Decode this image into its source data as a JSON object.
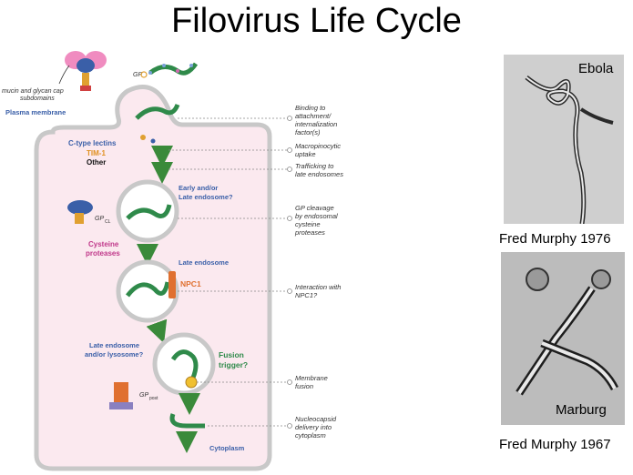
{
  "title": "Filovirus Life Cycle",
  "diagram": {
    "labels": {
      "mucin": "mucin and glycan cap",
      "subdomains": "subdomains",
      "gp": "GP",
      "plasma_membrane": "Plasma membrane",
      "c_type_lectins": "C-type lectins",
      "tim1": "TIM-1",
      "other": "Other",
      "early_late_endosome_1": "Early and/or",
      "early_late_endosome_2": "Late endosome?",
      "gp_cl": "GP",
      "gp_cl_sub": "CL",
      "cysteine_1": "Cysteine",
      "cysteine_2": "proteases",
      "late_endosome": "Late endosome",
      "npc1": "NPC1",
      "late_lyso_1": "Late endosome",
      "late_lyso_2": "and/or lysosome?",
      "fusion_1": "Fusion",
      "fusion_2": "trigger?",
      "gp_post": "GP",
      "gp_post_sub": "post",
      "cytoplasm": "Cytoplasm"
    },
    "steps": {
      "binding_1": "Binding to",
      "binding_2": "attachment/",
      "binding_3": "internalization",
      "binding_4": "factor(s)",
      "macro_1": "Macropinocytic",
      "macro_2": "uptake",
      "traffic_1": "Trafficking to",
      "traffic_2": "late endosomes",
      "cleavage_1": "GP cleavage",
      "cleavage_2": "by endosomal",
      "cleavage_3": "cysteine",
      "cleavage_4": "proteases",
      "npc_1": "Interaction with",
      "npc_2": "NPC1?",
      "membrane_1": "Membrane",
      "membrane_2": "fusion",
      "nucleo_1": "Nucleocapsid",
      "nucleo_2": "delivery into",
      "nucleo_3": "cytoplasm"
    },
    "colors": {
      "cell_fill": "#fbe9ef",
      "virus_green": "#2f8a4a",
      "arrow_green": "#3a8a3a",
      "blue_label": "#3a5fa8",
      "orange": "#e07030",
      "magenta": "#c0388a",
      "membrane": "#c8c8c8"
    }
  },
  "photos": {
    "ebola_label": "Ebola",
    "ebola_caption": "Fred Murphy 1976",
    "marburg_label": "Marburg",
    "marburg_caption": "Fred Murphy 1967"
  }
}
